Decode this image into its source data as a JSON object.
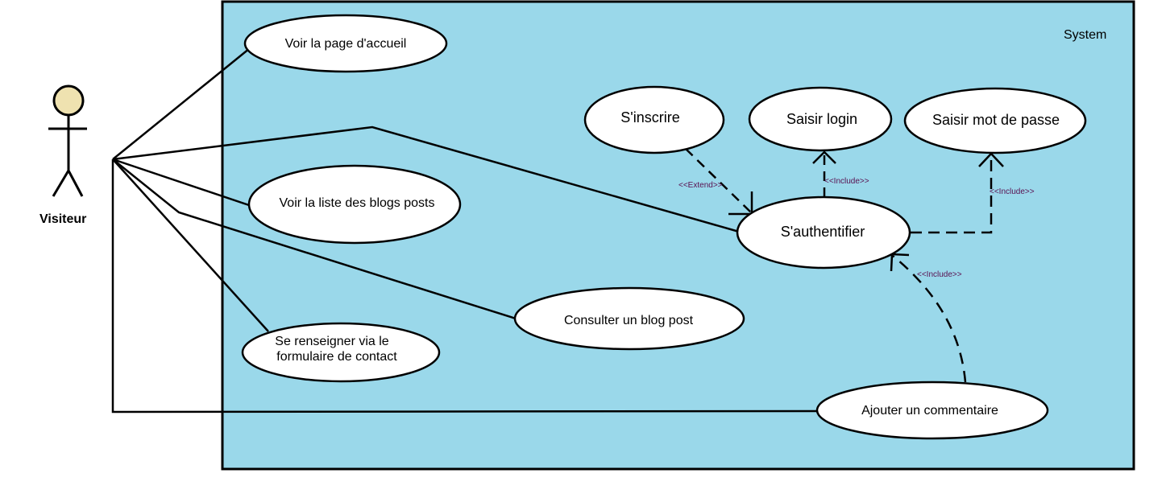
{
  "system": {
    "name": "System"
  },
  "actor": {
    "name": "Visiteur"
  },
  "use_cases": {
    "accueil": "Voir la page d'accueil",
    "liste": "Voir la liste des blogs posts",
    "contact_line1": "Se renseigner via le",
    "contact_line2": "formulaire de contact",
    "consulter": "Consulter un blog post",
    "inscrire": "S'inscrire",
    "login": "Saisir login",
    "mdp": "Saisir mot de passe",
    "auth": "S'authentifier",
    "commentaire": "Ajouter un commentaire"
  },
  "relations": {
    "extend": "<<Extend>>",
    "include_login": "<<Include>>",
    "include_mdp": "<<Include>>",
    "include_commentaire": "<<Include>>"
  },
  "colors": {
    "system_fill": "#9ad8ea",
    "actor_head": "#efe2b0",
    "usecase_fill": "#ffffff",
    "stroke": "#000000",
    "stereotype": "#5a1050"
  }
}
